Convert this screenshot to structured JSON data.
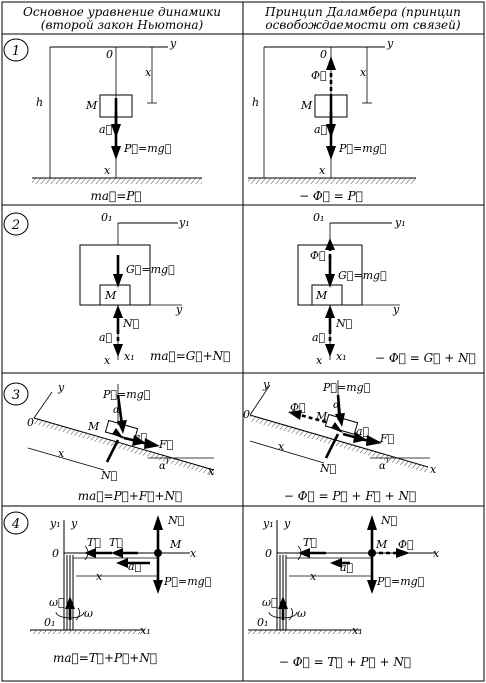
{
  "headers": {
    "left": [
      "Основное уравнение динамики",
      "(второй закон Ньютона)"
    ],
    "right": [
      "Принцип Даламбера (принцип",
      "освобождаемости от связей)"
    ]
  },
  "rows": [
    {
      "number": "1",
      "left": {
        "labels": [
          "y",
          "0",
          "x",
          "h",
          "M",
          "a⃗",
          "P⃗=mg⃗",
          "x"
        ],
        "equation": "ma⃗=P⃗"
      },
      "right": {
        "labels": [
          "y",
          "0",
          "Φ⃗",
          "x",
          "h",
          "M",
          "a⃗",
          "P⃗=mg⃗",
          "x"
        ],
        "equation": "− Φ⃗ = P⃗"
      }
    },
    {
      "number": "2",
      "left": {
        "labels": [
          "0₁",
          "y₁",
          "G⃗=mg⃗",
          "M",
          "y",
          "N⃗",
          "a⃗",
          "x",
          "x₁"
        ],
        "equation": "ma⃗=G⃗+N⃗"
      },
      "right": {
        "labels": [
          "0₁",
          "y₁",
          "Φ⃗",
          "G⃗=mg⃗",
          "M",
          "y",
          "N⃗",
          "a⃗",
          "x",
          "x₁"
        ],
        "equation": "− Φ⃗ = G⃗ + N⃗"
      }
    },
    {
      "number": "3",
      "left": {
        "labels": [
          "y",
          "P⃗=mg⃗",
          "α",
          "0",
          "M",
          "a⃗",
          "F⃗",
          "x",
          "α",
          "N⃗",
          "x"
        ],
        "equation": "ma⃗=P⃗+F⃗+N⃗"
      },
      "right": {
        "labels": [
          "y",
          "P⃗=mg⃗",
          "α",
          "Φ⃗",
          "0",
          "M",
          "a⃗",
          "F⃗",
          "x",
          "α",
          "N⃗",
          "x"
        ],
        "equation": "− Φ⃗ = P⃗ + F⃗ + N⃗"
      }
    },
    {
      "number": "4",
      "left": {
        "labels": [
          "y₁",
          "y",
          "N⃗",
          "T⃗",
          "T⃗",
          "M",
          "0",
          "a⃗",
          "x",
          "x",
          "P⃗=mg⃗",
          "ω⃗",
          "ω",
          "0₁",
          "x₁"
        ],
        "equation": "ma⃗=T⃗+P⃗+N⃗"
      },
      "right": {
        "labels": [
          "y₁",
          "y",
          "N⃗",
          "T⃗",
          "M",
          "Φ⃗",
          "0",
          "a⃗",
          "x",
          "x",
          "P⃗=mg⃗",
          "ω⃗",
          "ω",
          "0₁",
          "x₁"
        ],
        "equation": "− Φ⃗ = T⃗ + P⃗ + N⃗"
      }
    }
  ]
}
